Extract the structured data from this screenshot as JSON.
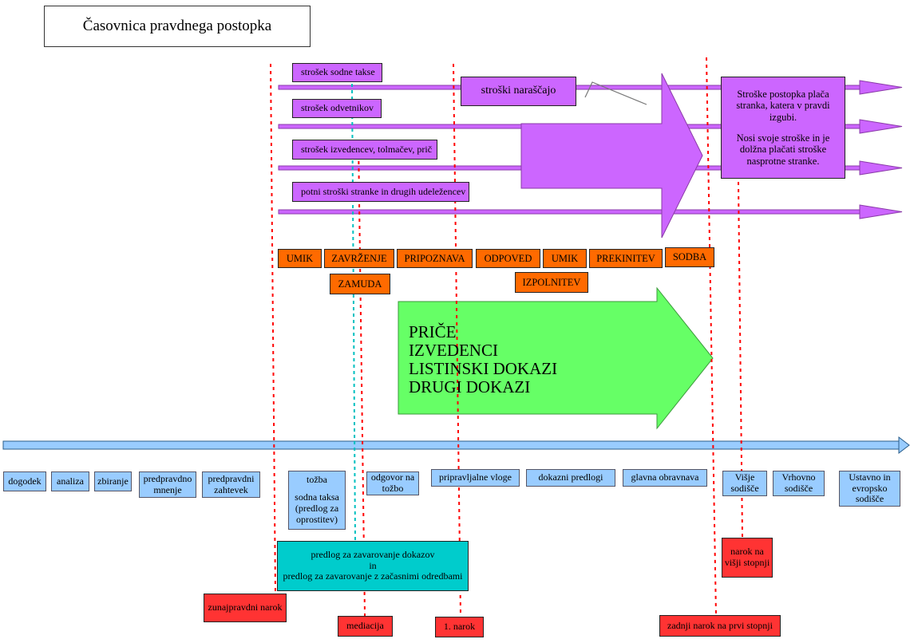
{
  "title": "Časovnica pravdnega postopka",
  "costs": {
    "court_fee": "strošek sodne takse",
    "lawyers": "strošek odvetnikov",
    "experts": "strošek izvedencev, tolmačev, prič",
    "travel": "potni stroški stranke in drugih udeležencev",
    "rising": "stroški naraščajo",
    "rule_line1": "Stroške postopka plača stranka, katera v pravdi izgubi.",
    "rule_line2": "Nosi svoje stroške in je dolžna plačati stroške nasprotne stranke."
  },
  "stages": {
    "umik1": "UMIK",
    "zavrzenje": "ZAVRŽENJE",
    "pripoznava": "PRIPOZNAVA",
    "odpoved": "ODPOVED",
    "umik2": "UMIK",
    "prekinitev": "PREKINITEV",
    "sodba": "SODBA",
    "zamuda": "ZAMUDA",
    "izpolnitev": "IZPOLNITEV"
  },
  "evidence": [
    "PRIČE",
    "IZVEDENCI",
    "LISTINSKI DOKAZI",
    "DRUGI DOKAZI"
  ],
  "timeline": {
    "dogodek": "dogodek",
    "analiza": "analiza",
    "zbiranje": "zbiranje",
    "predpravdno_mnenje": "predpravdno mnenje",
    "predpravdni_zahtevek": "predpravdni zahtevek",
    "tozba_title": "tožba",
    "tozba_detail": "sodna taksa (predlog za oprostitev)",
    "odgovor": "odgovor na tožbo",
    "pripravljalne": "pripravljalne vloge",
    "dokazni": "dokazni predlogi",
    "glavna": "glavna obravnava",
    "visje": "Višje sodišče",
    "vrhovno": "Vrhovno sodišče",
    "ustavno": "Ustavno in evropsko sodišče"
  },
  "hearings": {
    "zunajpravdni": "zunajpravdni narok",
    "mediacija": "mediacija",
    "prvi_narok": "1. narok",
    "zadnji": "zadnji narok na prvi stopnji",
    "visji": "narok na višji stopnji"
  },
  "securing": {
    "line1": "predlog za zavarovanje dokazov",
    "line2": "in",
    "line3": "predlog za zavarovanje z začasnimi odredbami"
  },
  "colors": {
    "cost_purple": "#cc66ff",
    "stage_orange": "#ff6a00",
    "evidence_green": "#66ff66",
    "timeline_blue": "#99ccff",
    "hearing_red": "#ff3333",
    "securing_teal": "#00cccc",
    "divider_red": "#ff0000"
  }
}
